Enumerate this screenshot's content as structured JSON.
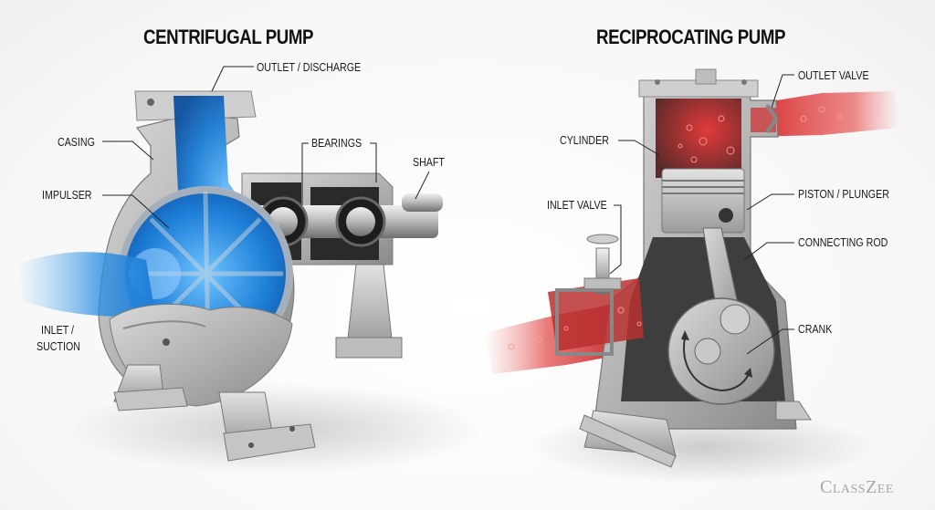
{
  "centrifugal": {
    "title": "CENTRIFUGAL PUMP",
    "labels": {
      "outlet": "OUTLET / DISCHARGE",
      "casing": "CASING",
      "bearings": "BEARINGS",
      "shaft": "SHAFT",
      "impeller": "IMPULSER",
      "inlet_line1": "INLET /",
      "inlet_line2": "SUCTION"
    },
    "fluid_color": "#1e7fd8"
  },
  "reciprocating": {
    "title": "RECIPROCATING PUMP",
    "labels": {
      "outlet_valve": "OUTLET VALVE",
      "cylinder": "CYLINDER",
      "inlet_valve": "INLET VALVE",
      "piston": "PISTON / PLUNGER",
      "connecting_rod": "CONNECTING ROD",
      "crank": "CRANK"
    },
    "fluid_color": "#d42a2a"
  },
  "watermark": "ClassZee"
}
